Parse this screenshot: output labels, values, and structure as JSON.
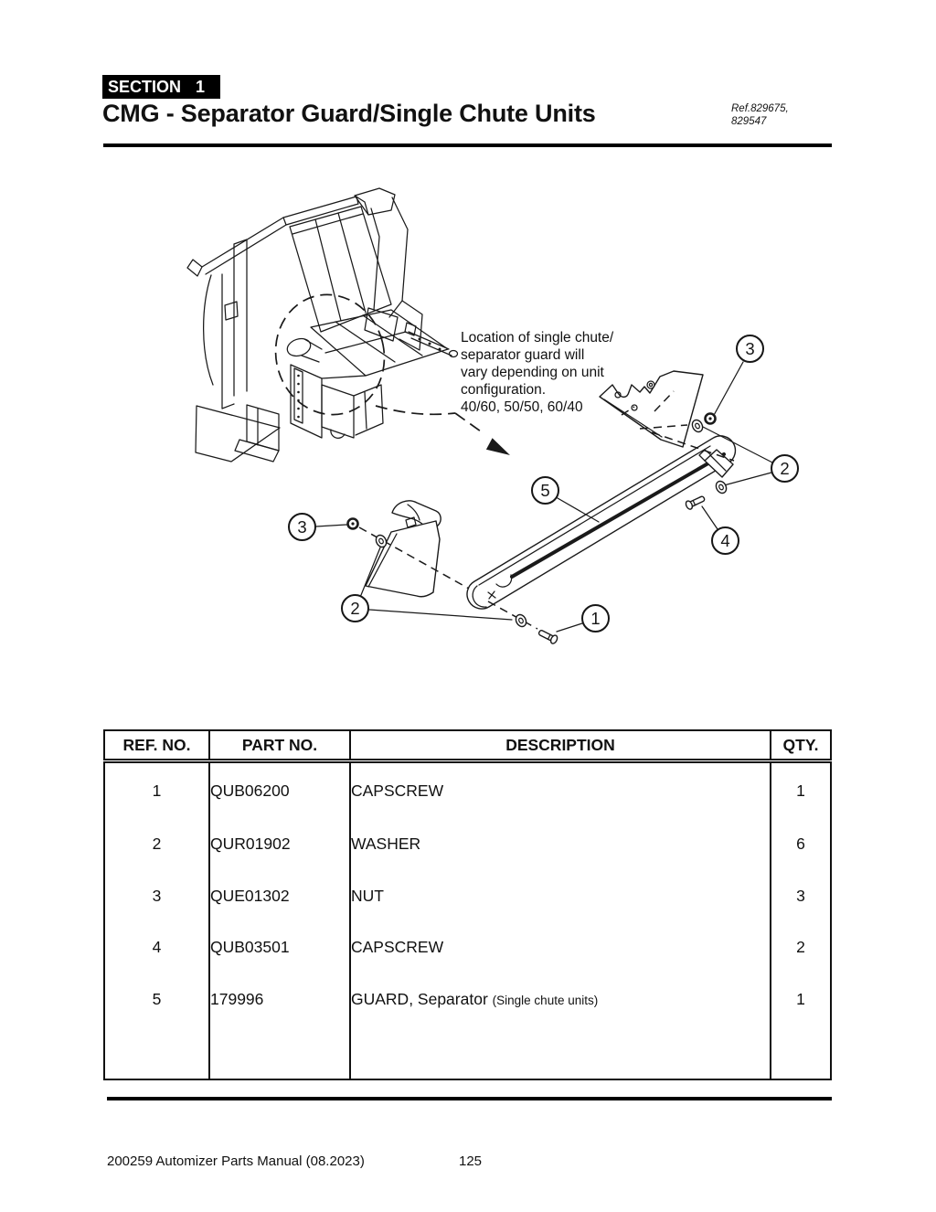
{
  "page": {
    "section_label": "SECTION",
    "section_number": "1",
    "title": "CMG - Separator Guard/Single Chute Units",
    "ref_line1": "Ref.829675,",
    "ref_line2": "829547",
    "footer_left": "200259 Automizer Parts Manual (08.2023)",
    "footer_page": "125"
  },
  "diagram": {
    "ink_color": "#1a1a1a",
    "note_lines": [
      "Location of single chute/",
      "separator guard will",
      "vary depending on unit",
      "configuration.",
      "40/60, 50/50, 60/40"
    ],
    "callouts": [
      {
        "label": "3"
      },
      {
        "label": "2"
      },
      {
        "label": "5"
      },
      {
        "label": "4"
      },
      {
        "label": "3"
      },
      {
        "label": "2"
      },
      {
        "label": "1"
      }
    ]
  },
  "table": {
    "headers": [
      "REF. NO.",
      "PART NO.",
      "DESCRIPTION",
      "QTY."
    ],
    "rows": [
      {
        "ref": "1",
        "part": "QUB06200",
        "desc": "CAPSCREW",
        "desc_note": "",
        "qty": "1"
      },
      {
        "ref": "2",
        "part": "QUR01902",
        "desc": "WASHER",
        "desc_note": "",
        "qty": "6"
      },
      {
        "ref": "3",
        "part": "QUE01302",
        "desc": "NUT",
        "desc_note": "",
        "qty": "3"
      },
      {
        "ref": "4",
        "part": "QUB03501",
        "desc": "CAPSCREW",
        "desc_note": "",
        "qty": "2"
      },
      {
        "ref": "5",
        "part": "179996",
        "desc": "GUARD, Separator",
        "desc_note": "(Single chute units)",
        "qty": "1"
      }
    ]
  }
}
